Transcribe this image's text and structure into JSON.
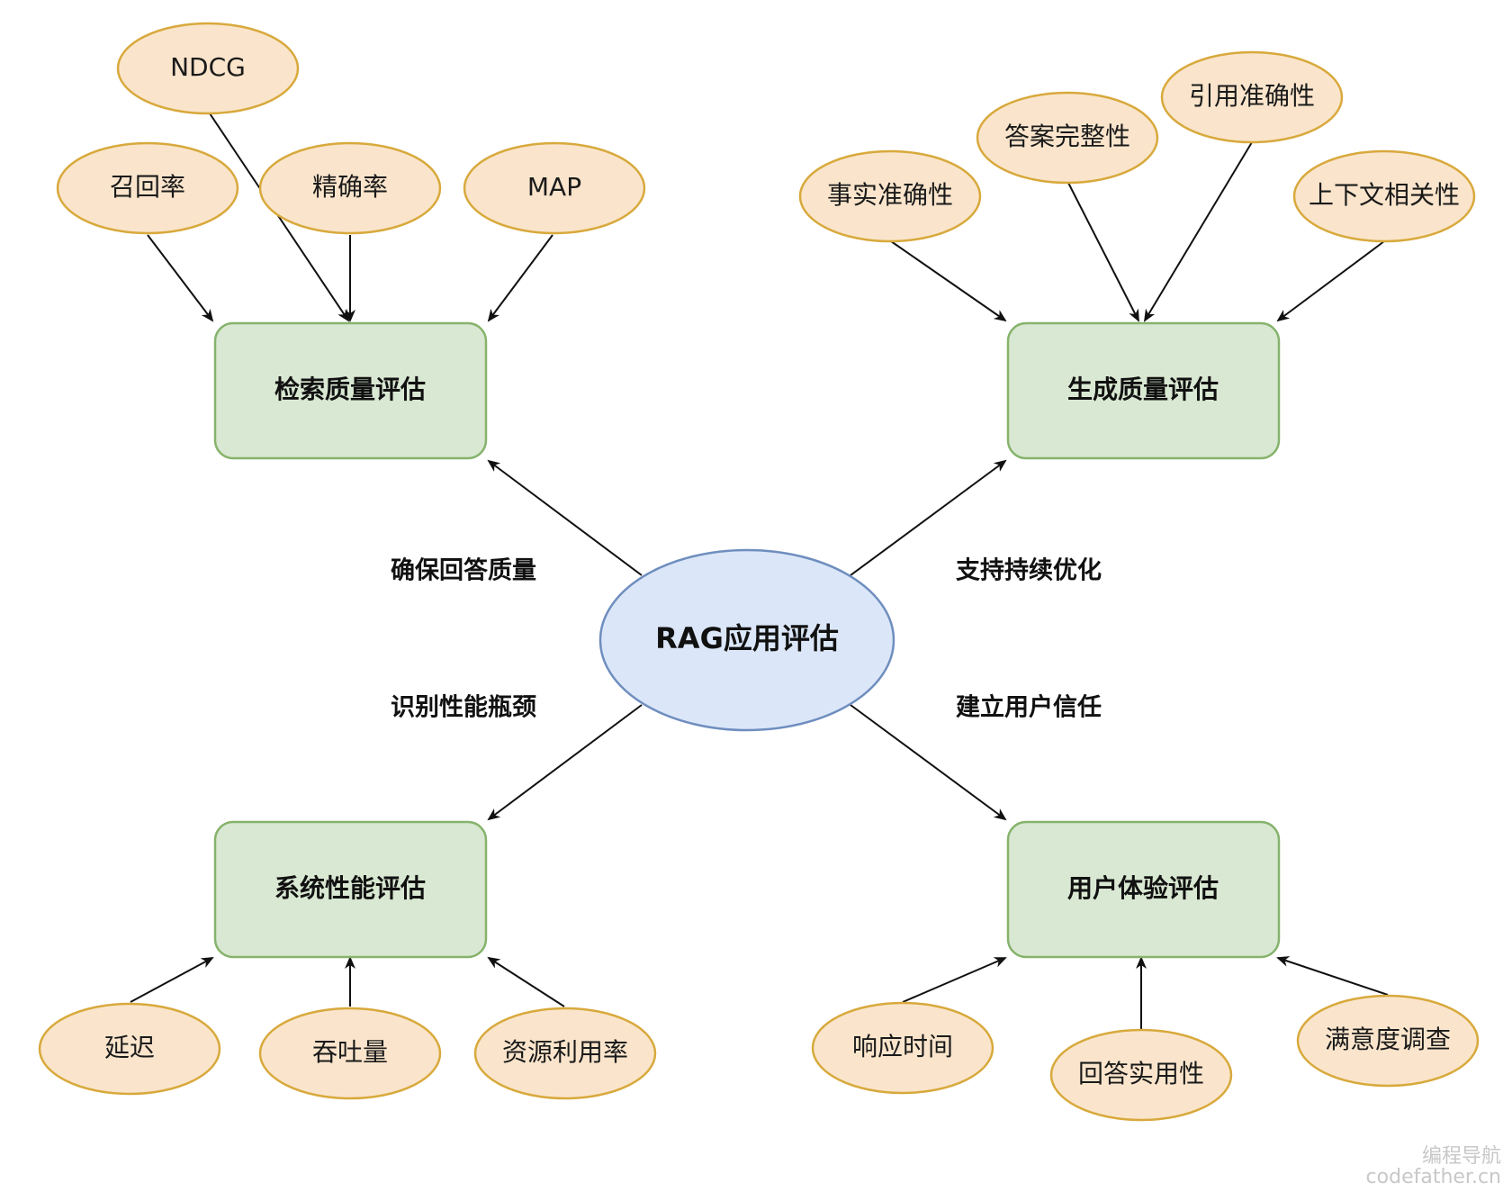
{
  "center": {
    "label": "RAG应用评估"
  },
  "categories": {
    "retrieval": {
      "label": "检索质量评估",
      "metrics": {
        "ndcg": "NDCG",
        "recall": "召回率",
        "precision": "精确率",
        "map": "MAP"
      }
    },
    "generation": {
      "label": "生成质量评估",
      "metrics": {
        "factual": "事实准确性",
        "completeness": "答案完整性",
        "citation": "引用准确性",
        "context": "上下文相关性"
      }
    },
    "system": {
      "label": "系统性能评估",
      "metrics": {
        "latency": "延迟",
        "throughput": "吞吐量",
        "resource": "资源利用率"
      }
    },
    "ux": {
      "label": "用户体验评估",
      "metrics": {
        "response_time": "响应时间",
        "usefulness": "回答实用性",
        "satisfaction": "满意度调查"
      }
    }
  },
  "edge_labels": {
    "retrieval": "确保回答质量",
    "generation": "支持持续优化",
    "system": "识别性能瓶颈",
    "ux": "建立用户信任"
  },
  "watermark": {
    "line1": "编程导航",
    "line2": "codefather.cn"
  },
  "colors": {
    "metric_fill": "#fae5cc",
    "metric_stroke": "#d8a93c",
    "center_fill": "#dbe7f8",
    "center_stroke": "#6f8ebf",
    "category_fill": "#d9e8d2",
    "category_stroke": "#86b36c"
  }
}
